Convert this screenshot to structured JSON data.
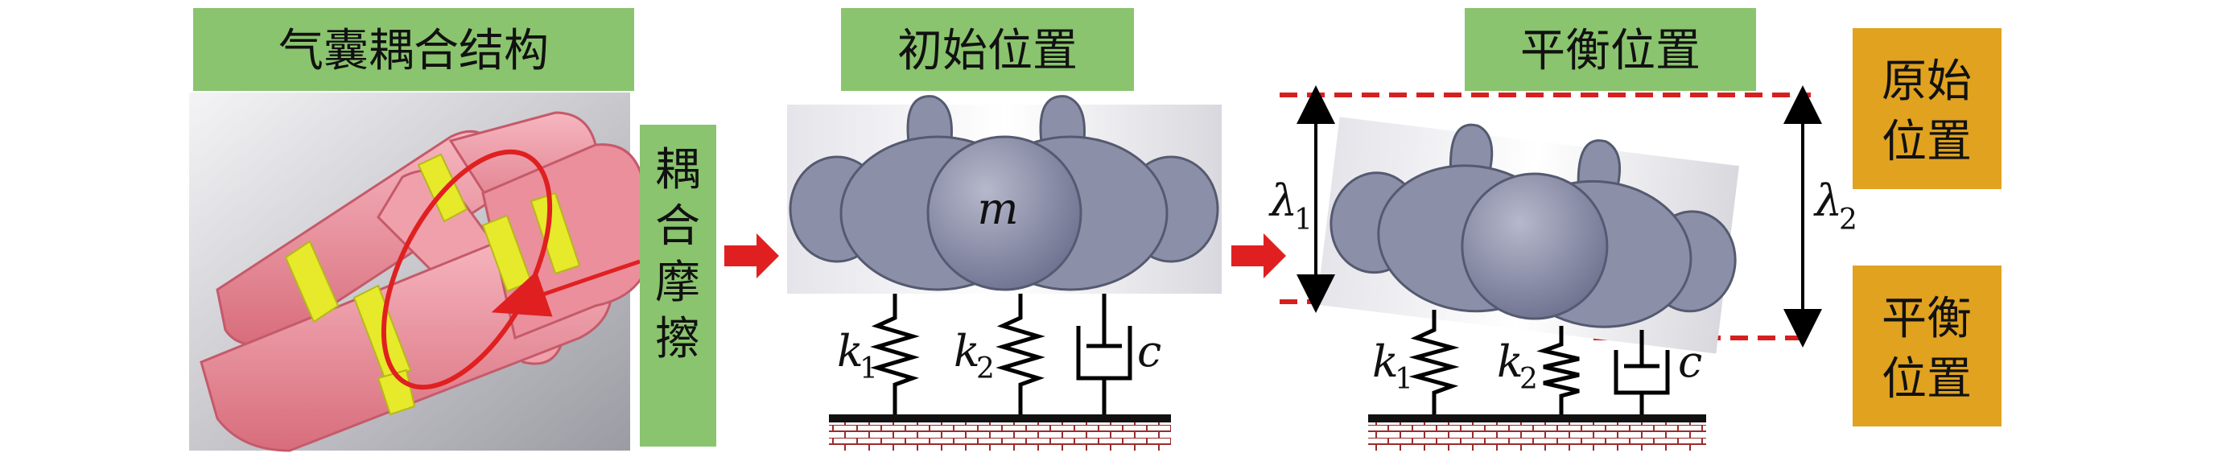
{
  "panels": {
    "airbag": {
      "title": "气囊耦合结构",
      "side_label": [
        "耦",
        "合",
        "摩",
        "擦"
      ]
    },
    "initial": {
      "title": "初始位置",
      "mass": "m"
    },
    "equilibrium": {
      "title": "平衡位置",
      "original_label": [
        "原始",
        "位置"
      ],
      "balance_label": [
        "平衡",
        "位置"
      ],
      "lambda": "λ",
      "lambda1_sub": "1",
      "lambda2_sub": "2"
    }
  },
  "elements": {
    "k": "k",
    "k1_sub": "1",
    "k2_sub": "2",
    "c": "c"
  },
  "colors": {
    "label_green": "#8ac46e",
    "label_orange": "#e0a21f",
    "airbag_pink": "#e88d98",
    "band_yellow": "#e6ea2a",
    "mass_grey": "#8c8fa8",
    "arrow_red": "#e02020",
    "dashed_red": "#d62020",
    "ground_brick": "#9c2b2b"
  }
}
